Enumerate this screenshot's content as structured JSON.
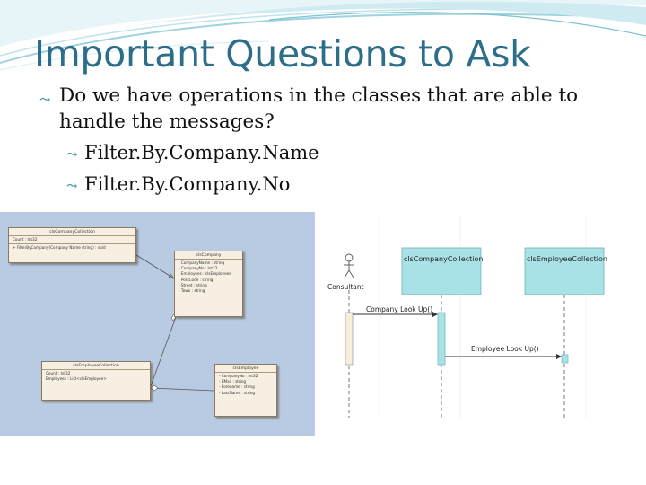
{
  "slide": {
    "title": "Important Questions to Ask",
    "bullets": [
      {
        "line1": "Do we have operations in the classes that are able to",
        "line2": "handle the messages?"
      }
    ],
    "sub_bullets": [
      "Filter.By.Company.Name",
      "Filter.By.Company.No"
    ],
    "bullet_icon": "curved-arrow-bullet-icon",
    "accent_color": "#2c6e8a"
  },
  "class_diagram": {
    "background": "#b9cae3",
    "classes": [
      {
        "name": "clsCompanyCollection",
        "attributes": [
          "Count : Int32"
        ],
        "operations": [
          "+ FilterByCompany(Company Name string) : void"
        ]
      },
      {
        "name": "clsCompany",
        "attributes": [
          "- CompanyName : string",
          "- CompanyNo : Int32",
          "- Employees : clsEmployees",
          "- PostCode : string",
          "- Street : string",
          "- Town : string"
        ],
        "operations": []
      },
      {
        "name": "clsEmployeeCollection",
        "attributes": [
          "Count : Int32",
          "Employees : List<clsEmployee>"
        ],
        "operations": []
      },
      {
        "name": "clsEmployee",
        "attributes": [
          "- CompanyNo : Int32",
          "- EMail : string",
          "- Forename : string",
          "- LastName : string"
        ],
        "operations": []
      }
    ]
  },
  "sequence_diagram": {
    "actor": "Consultant",
    "lifelines": [
      "clsCompanyCollection",
      "clsEmployeeCollection"
    ],
    "messages": [
      "Company Look Up()",
      "Employee Look Up()"
    ],
    "lifeline_color": "#a9e2e6"
  }
}
